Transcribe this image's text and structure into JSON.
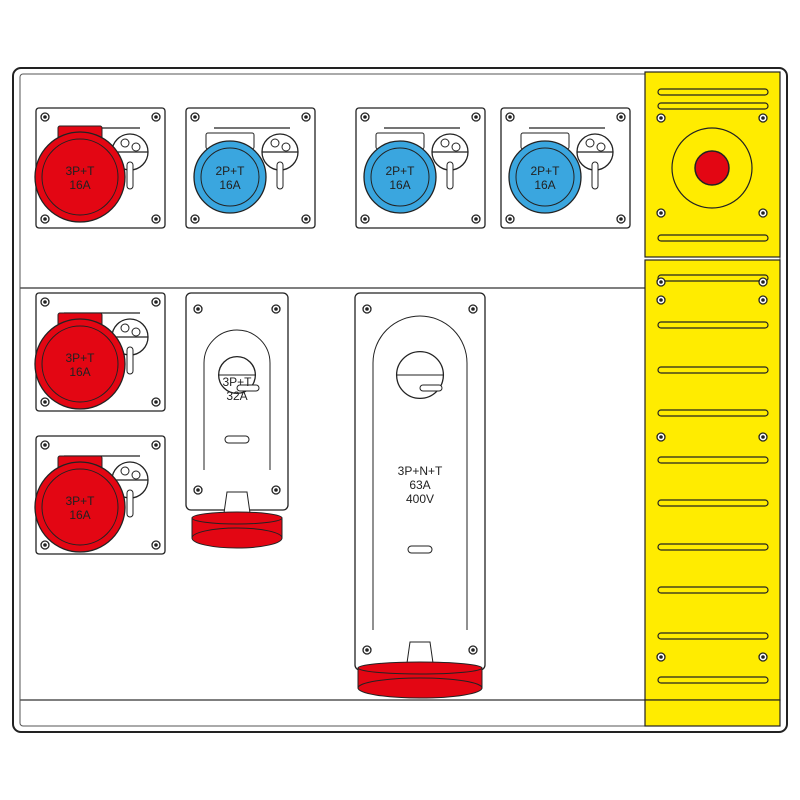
{
  "colors": {
    "red": "#e30613",
    "blue": "#3aa6df",
    "yellow": "#ffec00",
    "outline": "#222222"
  },
  "sockets_small": [
    {
      "color": "red",
      "line1": "3P+T",
      "line2": "16A"
    },
    {
      "color": "blue",
      "line1": "2P+T",
      "line2": "16A"
    },
    {
      "color": "blue",
      "line1": "2P+T",
      "line2": "16A"
    },
    {
      "color": "blue",
      "line1": "2P+T",
      "line2": "16A"
    },
    {
      "color": "red",
      "line1": "3P+T",
      "line2": "16A"
    },
    {
      "color": "red",
      "line1": "3P+T",
      "line2": "16A"
    }
  ],
  "socket_32a": {
    "line1": "3P+T",
    "line2": "32A"
  },
  "socket_63a": {
    "line1": "3P+N+T",
    "line2": "63A",
    "line3": "400V"
  },
  "emergency_stop": {
    "icon": "emergency-stop-button"
  }
}
